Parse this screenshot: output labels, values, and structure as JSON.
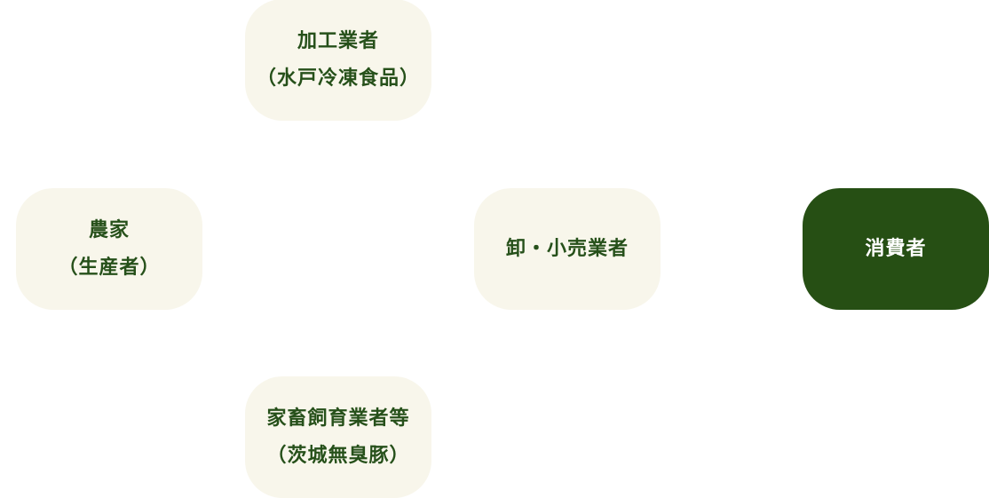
{
  "nodes": {
    "processor": {
      "line1": "加工業者",
      "line2": "（水戸冷凍食品）"
    },
    "farmer": {
      "line1": "農家",
      "line2": "（生産者）"
    },
    "wholesale": {
      "line1": "卸・小売業者"
    },
    "consumer": {
      "line1": "消費者"
    },
    "livestock": {
      "line1": "家畜飼育業者等",
      "line2": "（茨城無臭豚）"
    }
  },
  "colors": {
    "node_bg": "#f8f6eb",
    "node_text": "#26501a",
    "consumer_bg": "#264f14",
    "consumer_text": "#ffffff"
  }
}
